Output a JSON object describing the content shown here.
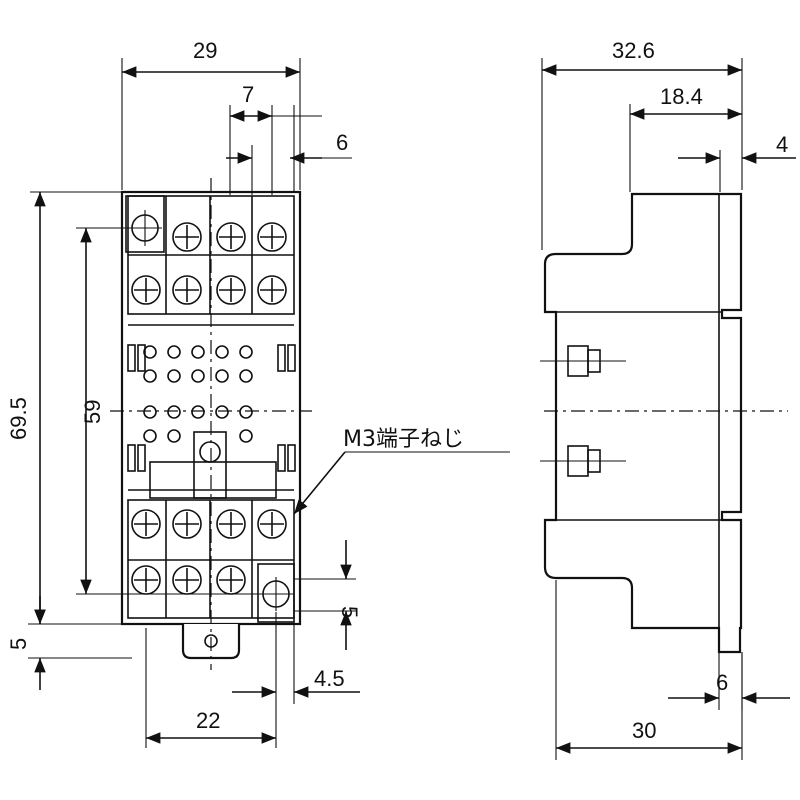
{
  "dimensions": {
    "top_width": "29",
    "top_pitch": "7",
    "top_offset": "6",
    "total_height": "69.5",
    "mount_spacing": "59",
    "bottom_offset": "5",
    "bottom_width": "22",
    "screw_offset": "4.5",
    "screw_height": "5",
    "side_depth": "32.6",
    "side_upper": "18.4",
    "side_right": "4",
    "side_lower_right": "6",
    "side_bottom": "30"
  },
  "note": {
    "terminal_screw": "M3端子ねじ"
  }
}
